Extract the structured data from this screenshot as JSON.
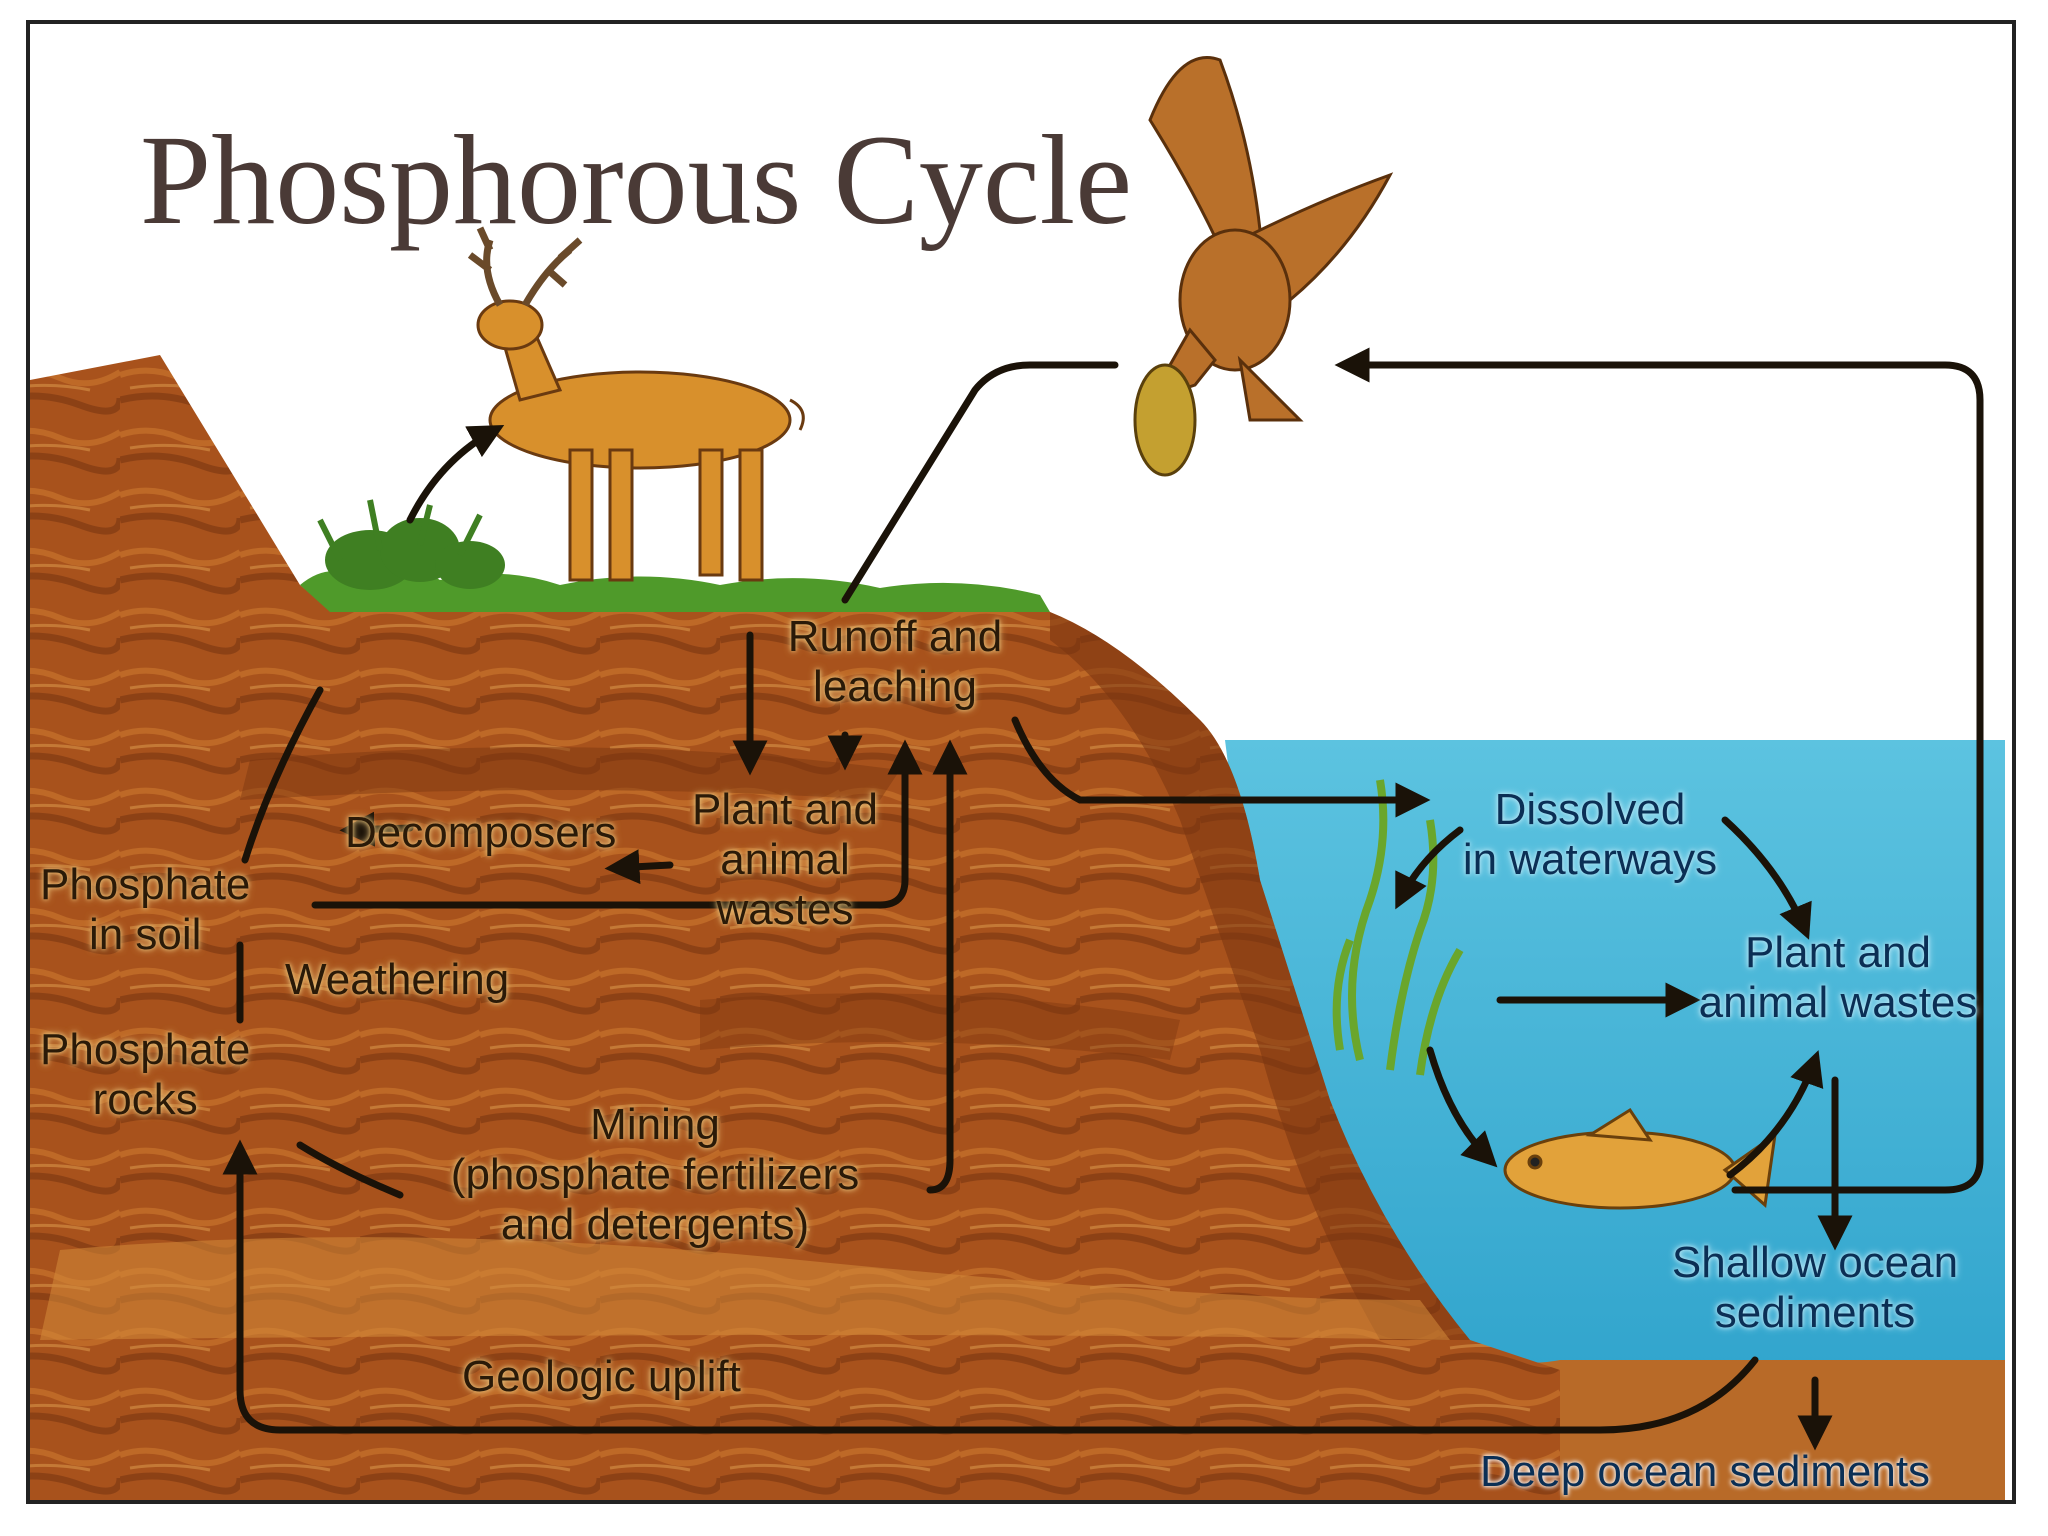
{
  "title": "Phosphorous Cycle",
  "labels": {
    "runoff": [
      "Runoff and",
      "leaching"
    ],
    "plant_land": [
      "Plant and",
      "animal",
      "wastes"
    ],
    "decomposers": "Decomposers",
    "phosphate_soil": [
      "Phosphate",
      "in soil"
    ],
    "weathering": "Weathering",
    "phosphate_rocks": [
      "Phosphate",
      "rocks"
    ],
    "mining": [
      "Mining",
      "(phosphate fertilizers",
      "and detergents)"
    ],
    "geologic": "Geologic uplift",
    "dissolved": [
      "Dissolved",
      "in waterways"
    ],
    "plant_water": [
      "Plant and",
      "animal wastes"
    ],
    "shallow": [
      "Shallow ocean",
      "sediments"
    ],
    "deep": "Deep ocean sediments"
  },
  "colors": {
    "soil": "#a8521c",
    "soil_dark": "#7a3510",
    "soil_light": "#d48a3a",
    "water": "#3fb3d6",
    "grass": "#4f9a2a",
    "arrow": "#1a1208",
    "frame": "#222222"
  }
}
